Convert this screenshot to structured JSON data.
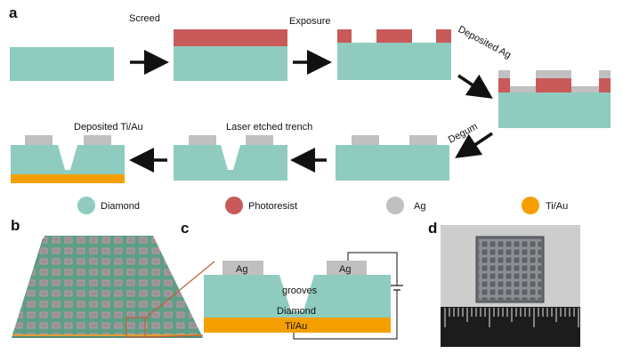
{
  "panels": {
    "a": "a",
    "b": "b",
    "c": "c",
    "d": "d"
  },
  "steps": {
    "screed": "Screed",
    "exposure": "Exposure",
    "deposited_ag": "Deposited Ag",
    "degum": "Degum",
    "laser_etched_trench": "Laser etched trench",
    "deposited_tiau": "Deposited Ti/Au"
  },
  "legend": [
    {
      "label": "Diamond",
      "color": "#8fccbf"
    },
    {
      "label": "Photoresist",
      "color": "#c85a5a"
    },
    {
      "label": "Ag",
      "color": "#c0c0c0"
    },
    {
      "label": "Ti/Au",
      "color": "#f5a000"
    }
  ],
  "cross_section": {
    "ag_left": "Ag",
    "ag_right": "Ag",
    "grooves": "grooves",
    "diamond": "Diamond",
    "tiau": "Ti/Au"
  },
  "colors": {
    "diamond": "#8fccbf",
    "photoresist": "#c85a5a",
    "ag": "#c0c0c0",
    "tiau": "#f5a000",
    "wafer": "#5f9e86",
    "photo_bg": "#cfcfcf"
  }
}
